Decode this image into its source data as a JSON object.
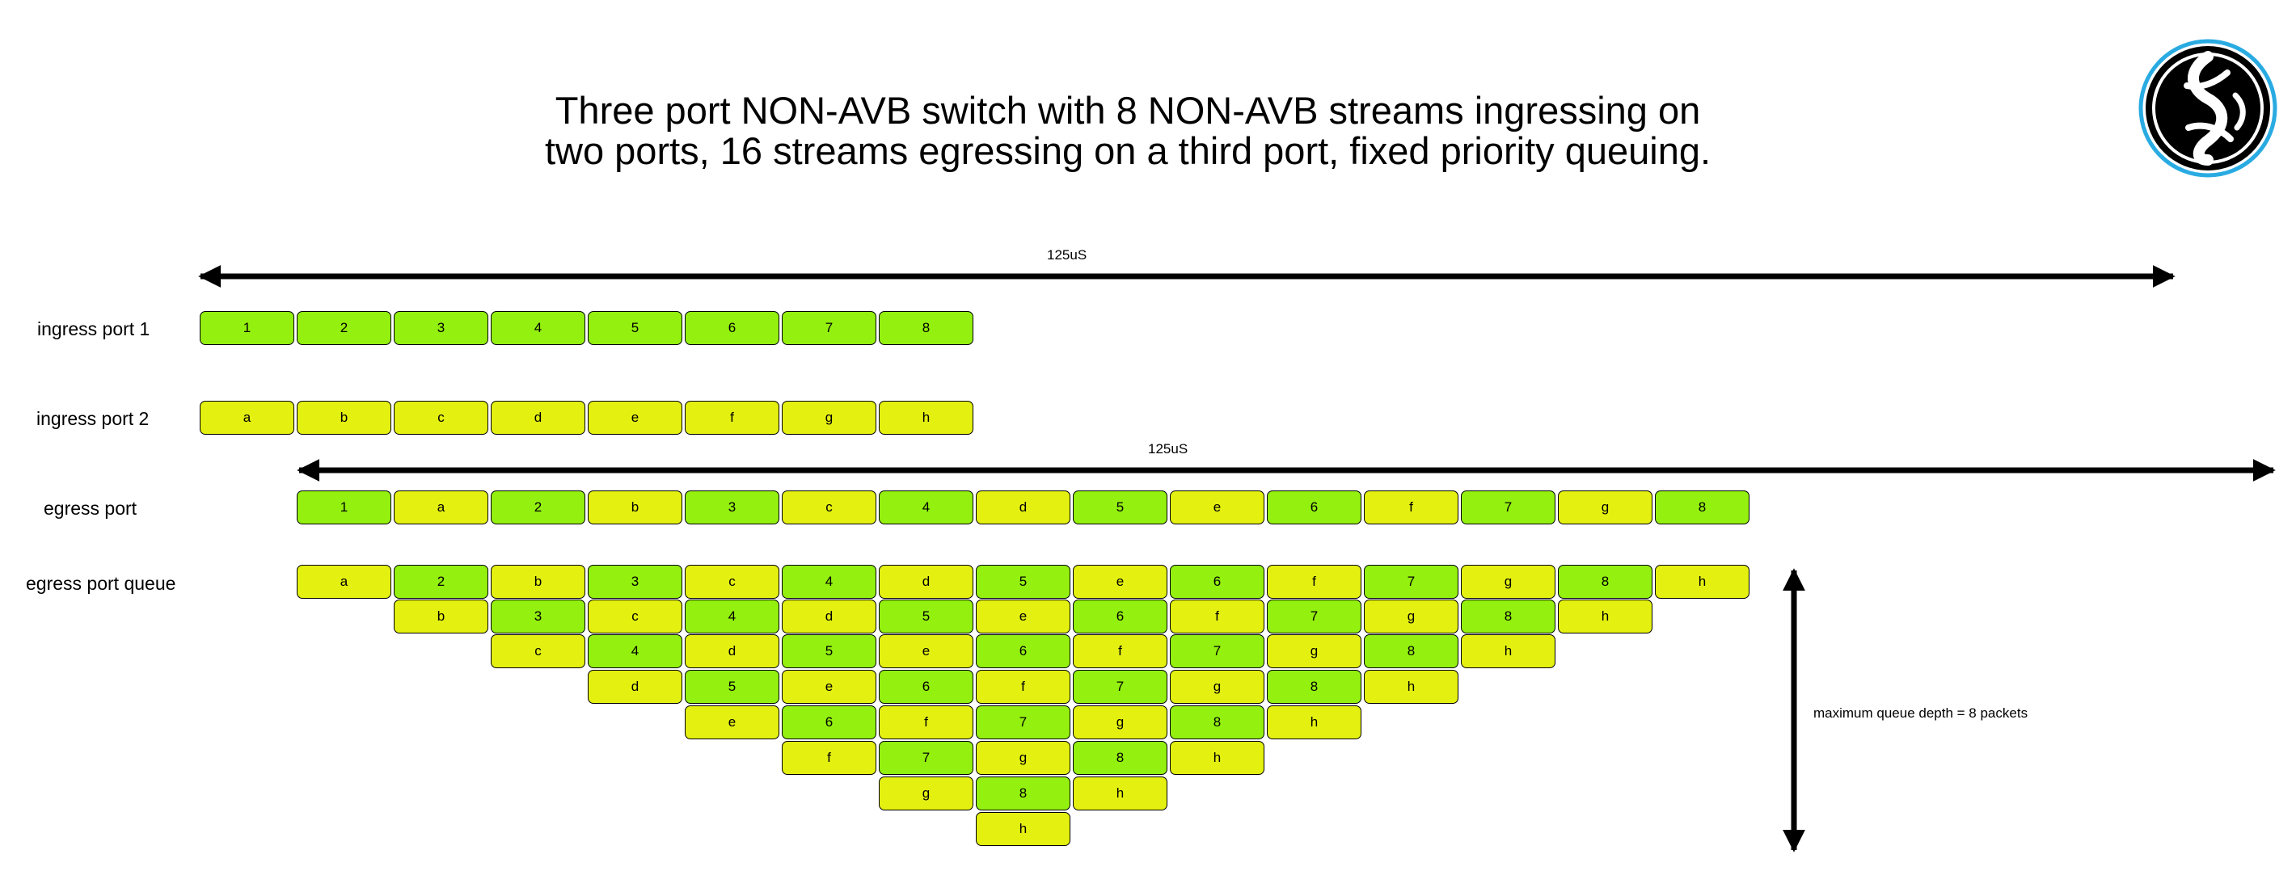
{
  "title_line1": "Three port NON-AVB switch with 8 NON-AVB streams ingressing on",
  "title_line2": "two ports, 16 streams egressing on a third port, fixed priority queuing.",
  "span_label_top": "125uS",
  "span_label_egress": "125uS",
  "row_labels": {
    "ingress1": "ingress port 1",
    "ingress2": "ingress port 2",
    "egress": "egress port",
    "queue": "egress port queue"
  },
  "queue_depth_label": "maximum queue depth = 8 packets",
  "colors": {
    "numbered_packet": "#93f00f",
    "lettered_packet": "#e4f010",
    "logo_ring": "#29abe2"
  },
  "logo_icon": "spiral-logo-icon",
  "ingress_port_1": [
    "1",
    "2",
    "3",
    "4",
    "5",
    "6",
    "7",
    "8"
  ],
  "ingress_port_2": [
    "a",
    "b",
    "c",
    "d",
    "e",
    "f",
    "g",
    "h"
  ],
  "egress_port": [
    "1",
    "a",
    "2",
    "b",
    "3",
    "c",
    "4",
    "d",
    "5",
    "e",
    "6",
    "f",
    "7",
    "g",
    "8"
  ],
  "egress_queue_rows": [
    [
      "a",
      "2",
      "b",
      "3",
      "c",
      "4",
      "d",
      "5",
      "e",
      "6",
      "f",
      "7",
      "g",
      "8",
      "h"
    ],
    [
      "b",
      "3",
      "c",
      "4",
      "d",
      "5",
      "e",
      "6",
      "f",
      "7",
      "g",
      "8",
      "h"
    ],
    [
      "c",
      "4",
      "d",
      "5",
      "e",
      "6",
      "f",
      "7",
      "g",
      "8",
      "h"
    ],
    [
      "d",
      "5",
      "e",
      "6",
      "f",
      "7",
      "g",
      "8",
      "h"
    ],
    [
      "e",
      "6",
      "f",
      "7",
      "g",
      "8",
      "h"
    ],
    [
      "f",
      "7",
      "g",
      "8",
      "h"
    ],
    [
      "g",
      "8",
      "h"
    ],
    [
      "h"
    ]
  ]
}
